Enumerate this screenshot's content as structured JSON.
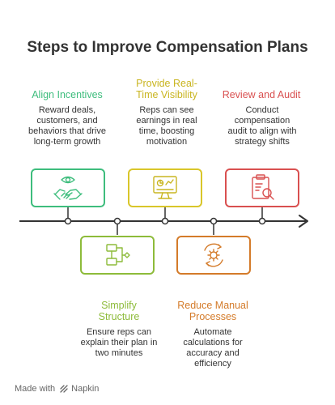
{
  "title": "Steps to Improve Compensation Plans",
  "colors": {
    "green": "#3ebd7d",
    "yellow": "#d9c62a",
    "red": "#d95050",
    "olive": "#8dbb3a",
    "orange": "#d47b2a",
    "line": "#333333"
  },
  "steps": [
    {
      "title": "Align Incentives",
      "description": "Reward deals, customers, and behaviors that drive long-term growth",
      "icon": "handshake-eye-icon"
    },
    {
      "title": "Provide Real-Time Visibility",
      "description": "Reps can see earnings in real time, boosting motivation",
      "icon": "dashboard-monitor-icon"
    },
    {
      "title": "Review and Audit",
      "description": "Conduct compensation audit to align with strategy shifts",
      "icon": "clipboard-search-icon"
    },
    {
      "title": "Simplify Structure",
      "description": "Ensure reps can explain their plan in two minutes",
      "icon": "flowchart-icon"
    },
    {
      "title": "Reduce Manual Processes",
      "description": "Automate calculations for accuracy and efficiency",
      "icon": "gear-cycle-icon"
    }
  ],
  "footer": {
    "made_with": "Made with",
    "brand": "Napkin"
  }
}
